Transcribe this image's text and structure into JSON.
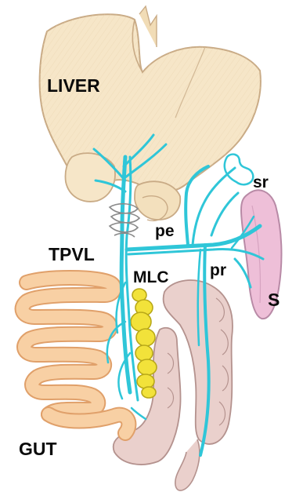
{
  "labels": {
    "liver": "LIVER",
    "sr": "sr",
    "pe": "pe",
    "tpvl": "TPVL",
    "pr": "pr",
    "mlc": "MLC",
    "s": "S",
    "gut": "GUT"
  },
  "colors": {
    "liver_fill": "#f6e6c8",
    "liver_edge": "#c9ab86",
    "gut_fill": "#f8d0a4",
    "gut_edge": "#e0a06a",
    "colon_fill": "#ead0cc",
    "colon_edge": "#b4928e",
    "spleen_fill": "#eebfd8",
    "spleen_edge": "#b88aa6",
    "lymph_node_fill": "#f2e23a",
    "lymph_node_edge": "#b8a818",
    "lymph_vessel": "#2fc6d8",
    "label_text": "#0a0a0a"
  }
}
